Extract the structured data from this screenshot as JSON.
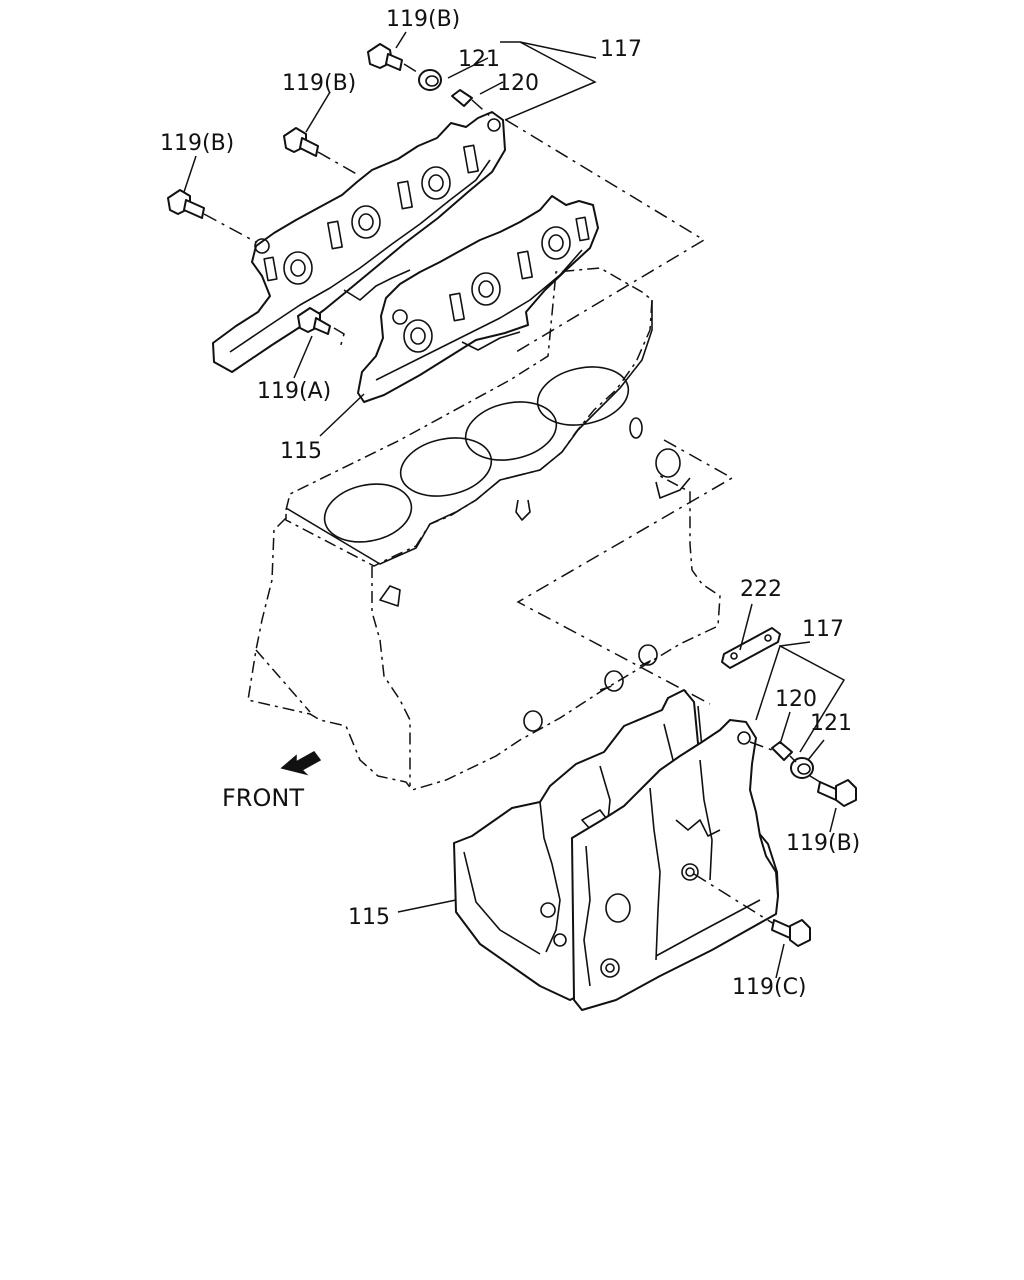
{
  "labels": {
    "l119b_top": "119(B)",
    "l121_top": "121",
    "l117_top": "117",
    "l120_top": "120",
    "l119b_mid": "119(B)",
    "l119b_left": "119(B)",
    "l119a": "119(A)",
    "l115_top": "115",
    "l222": "222",
    "l117_right": "117",
    "l120_right": "120",
    "l121_right": "121",
    "l119b_right": "119(B)",
    "l115_bottom": "115",
    "l119c": "119(C)",
    "front": "FRONT"
  }
}
